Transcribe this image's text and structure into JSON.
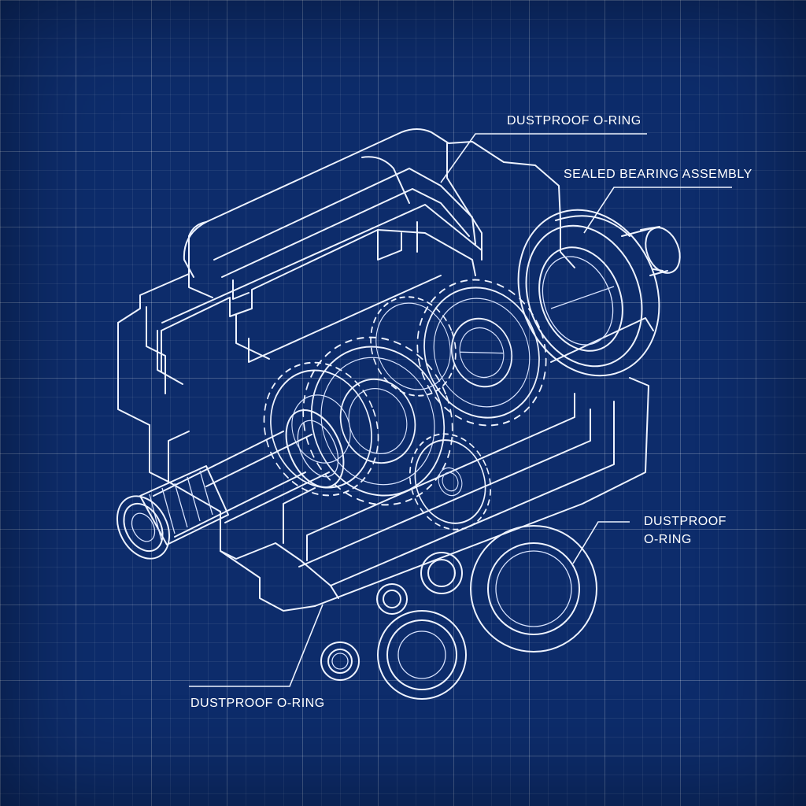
{
  "labels": {
    "top_oring": "DUSTPROOF O-RING",
    "bearing": "SEALED BEARING ASSEMBLY",
    "right_oring_line1": "DUSTPROOF",
    "right_oring_line2": "O-RING",
    "bottom_oring": "DUSTPROOF O-RING"
  },
  "colors": {
    "background": "#0d2c6b",
    "linework": "#eef3ff"
  }
}
